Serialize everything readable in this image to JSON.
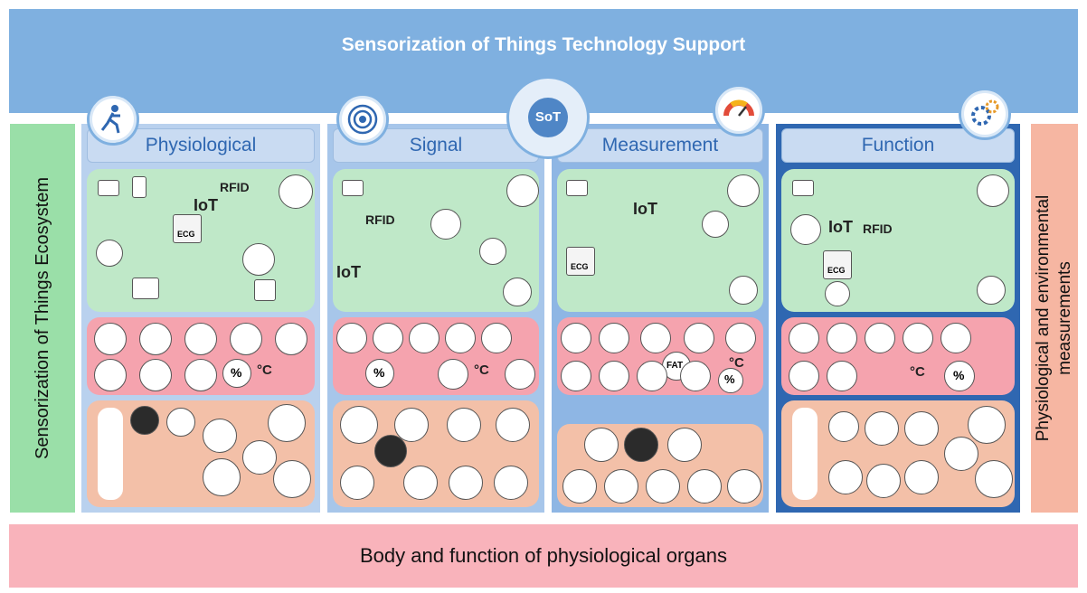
{
  "header": {
    "title": "Sensorization of Things Technology Support"
  },
  "left_label": "Sensorization of Things Ecosystem",
  "right_label": [
    "Physiological and environmental",
    "measurements"
  ],
  "footer": {
    "title": "Body and function of physiological organs"
  },
  "badge": {
    "text": "SoT"
  },
  "columns": [
    {
      "title": "Physiological"
    },
    {
      "title": "Signal"
    },
    {
      "title": "Measurement"
    },
    {
      "title": "Function"
    }
  ],
  "icon_labels": {
    "iot": "IoT",
    "rfid": "RFID",
    "ecg": "ECG",
    "fat": "FAT",
    "celsius": "°C",
    "percent": "%"
  },
  "colors": {
    "top_band": "#7fb0e0",
    "green": "#bfe8c8",
    "pink": "#f5a3ae",
    "peach": "#f3c0a8",
    "bottom": "#f9b3bb"
  }
}
